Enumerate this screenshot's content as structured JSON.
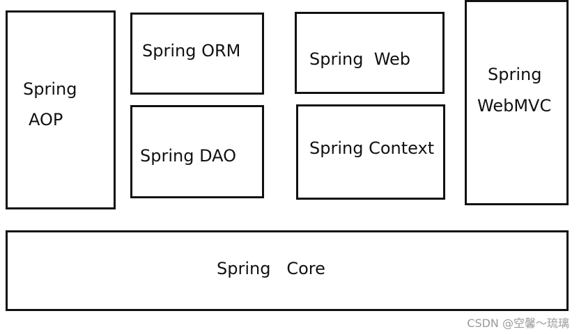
{
  "modules": {
    "aop": {
      "lines": [
        "Spring",
        "AOP"
      ]
    },
    "orm": {
      "label": "Spring ORM"
    },
    "dao": {
      "label": "Spring DAO"
    },
    "web": {
      "label": "Spring  Web"
    },
    "context": {
      "label": "Spring Context"
    },
    "webmvc": {
      "lines": [
        "Spring",
        "WebMVC"
      ]
    },
    "core": {
      "label": "Spring   Core"
    }
  },
  "watermark": "CSDN @空馨～琉璃"
}
